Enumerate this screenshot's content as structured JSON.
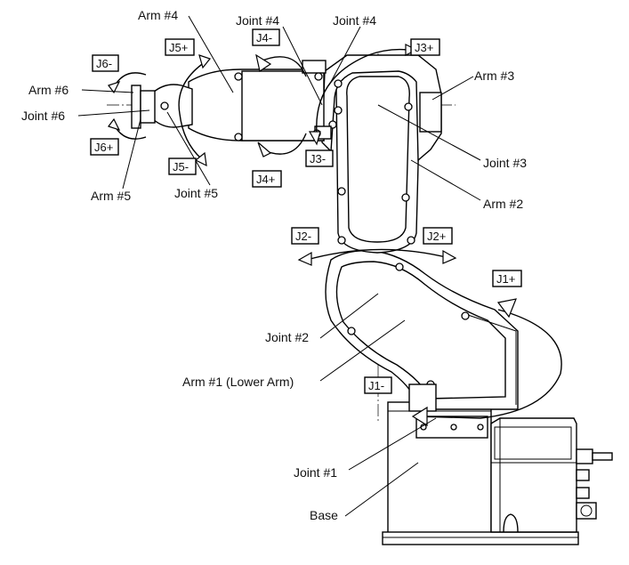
{
  "labels": {
    "arm4": "Arm #4",
    "joint4_a": "Joint #4",
    "joint4_b": "Joint #4",
    "arm6": "Arm #6",
    "joint6": "Joint #6",
    "arm5": "Arm #5",
    "joint5": "Joint #5",
    "arm3": "Arm #3",
    "joint3": "Joint #3",
    "arm2": "Arm #2",
    "joint2": "Joint #2",
    "arm1": "Arm #1 (Lower Arm)",
    "joint1": "Joint #1",
    "base": "Base"
  },
  "direction_boxes": {
    "j6_minus": "J6-",
    "j6_plus": "J6+",
    "j5_plus": "J5+",
    "j5_minus": "J5-",
    "j4_minus": "J4-",
    "j4_plus": "J4+",
    "j3_plus": "J3+",
    "j3_minus": "J3-",
    "j2_minus": "J2-",
    "j2_plus": "J2+",
    "j1_plus": "J1+",
    "j1_minus": "J1-"
  }
}
